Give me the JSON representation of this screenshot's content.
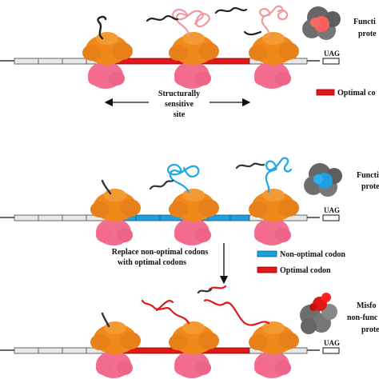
{
  "panels": {
    "top": {
      "protein_label_line1": "Functi",
      "protein_label_line2": "prote",
      "stop_codon": "UAG",
      "structural_site": [
        "Structurally",
        "sensitive",
        "site"
      ],
      "legend_optimal": "Optimal co"
    },
    "middle": {
      "protein_label_line1": "Functi",
      "protein_label_line2": "prote",
      "stop_codon": "UAG",
      "replace_text": [
        "Replace non-optimal codons",
        "with optimal codons"
      ],
      "legend_nonoptimal": "Non-optimal codon",
      "legend_optimal": "Optimal codon"
    },
    "bottom": {
      "protein_label_line1": "Misfo",
      "protein_label_line2": "non-func",
      "protein_label_line3": "prote",
      "stop_codon": "UAG"
    }
  },
  "colors": {
    "optimal": "#e01818",
    "nonoptimal": "#1e9fe0",
    "ribosome_large": "#f0891a",
    "ribosome_small": "#f06e8e",
    "protein_core": "#7a7a7a",
    "nascent_chain": "#333333"
  }
}
